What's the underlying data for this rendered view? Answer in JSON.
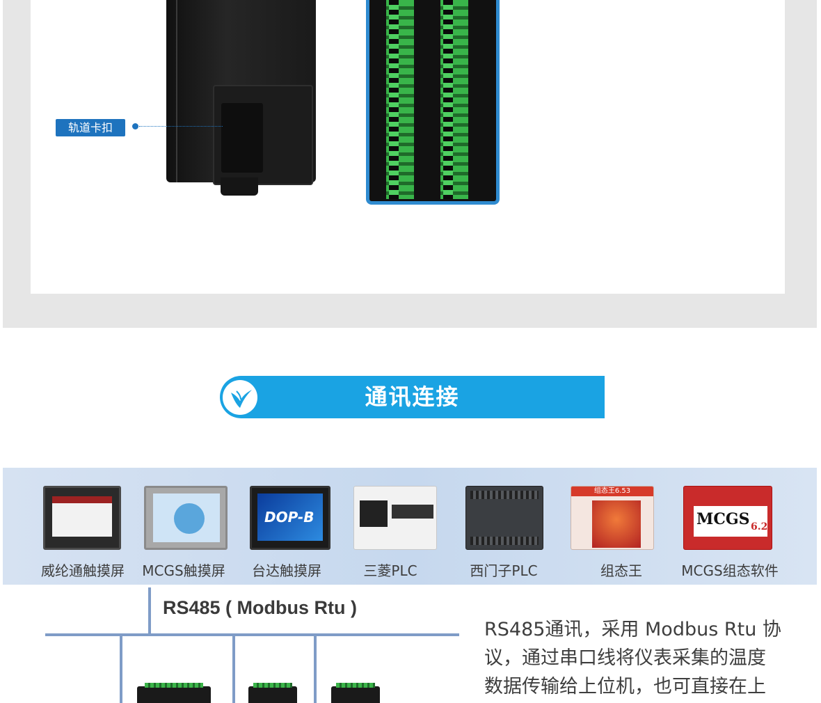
{
  "product_photo": {
    "callout_label": "轨道卡扣"
  },
  "section": {
    "title": "通讯连接"
  },
  "devices": [
    {
      "caption": "威纶通触摸屏"
    },
    {
      "caption": "MCGS触摸屏"
    },
    {
      "caption": "台达触摸屏",
      "screen_text": "DOP-B"
    },
    {
      "caption": "三菱PLC"
    },
    {
      "caption": "西门子PLC"
    },
    {
      "caption": "组态王",
      "screen_text": "组态王6.53"
    },
    {
      "caption": "MCGS组态软件",
      "screen_text": "MCGS",
      "version_text": "6.2"
    }
  ],
  "bus": {
    "label": "RS485 ( Modbus Rtu )"
  },
  "description": {
    "text": "RS485通讯，采用 Modbus Rtu 协议，通过串口线将仪表采集的温度数据传输给上位机，也可直接在上"
  },
  "colors": {
    "accent_blue": "#1aa3e3",
    "callout_blue": "#1e73be",
    "bus_line": "#7f9cc7",
    "strip_bg": "#c6d8ee"
  }
}
